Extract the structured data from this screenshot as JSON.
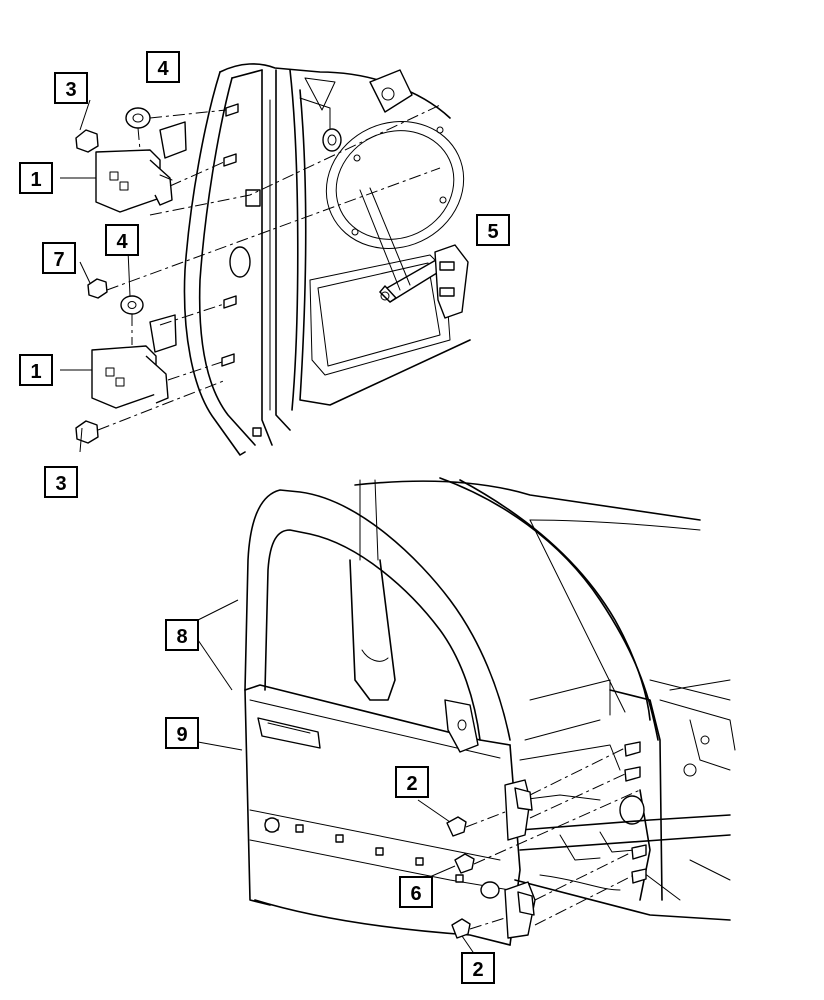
{
  "callouts": [
    {
      "id": "c1a",
      "label": "1"
    },
    {
      "id": "c1b",
      "label": "1"
    },
    {
      "id": "c2a",
      "label": "2"
    },
    {
      "id": "c2b",
      "label": "2"
    },
    {
      "id": "c3a",
      "label": "3"
    },
    {
      "id": "c3b",
      "label": "3"
    },
    {
      "id": "c4a",
      "label": "4"
    },
    {
      "id": "c4b",
      "label": "4"
    },
    {
      "id": "c5",
      "label": "5"
    },
    {
      "id": "c6",
      "label": "6"
    },
    {
      "id": "c7",
      "label": "7"
    },
    {
      "id": "c8",
      "label": "8"
    },
    {
      "id": "c9",
      "label": "9"
    }
  ]
}
